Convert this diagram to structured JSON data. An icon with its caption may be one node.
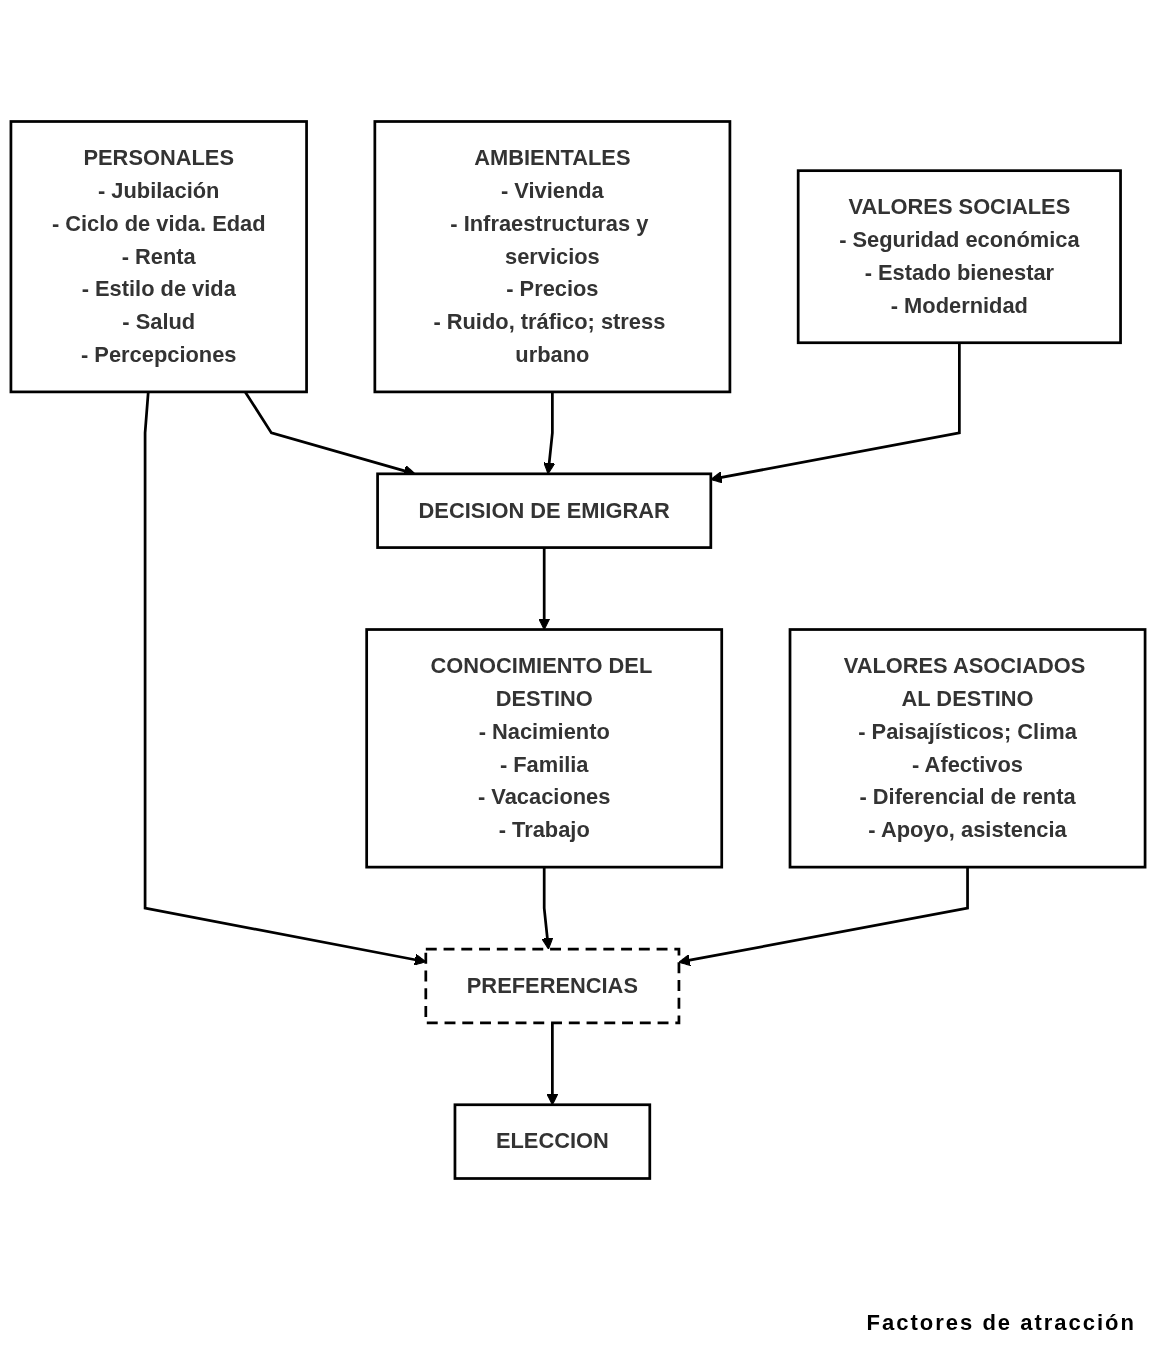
{
  "diagram": {
    "nodes": [
      {
        "text": [
          "PERSONALES",
          "- Jubilación",
          "- Ciclo de vida. Edad",
          "- Renta",
          "- Estilo de vida",
          "- Salud",
          "- Percepciones"
        ]
      },
      {
        "text": [
          "AMBIENTALES",
          "- Vivienda",
          "- Infraestructuras y servicios",
          "- Precios",
          "- Ruido, tráfico; stress urbano"
        ]
      },
      {
        "text": [
          "VALORES SOCIALES",
          "- Seguridad económica",
          "- Estado bienestar",
          "- Modernidad"
        ]
      },
      {
        "text": [
          "DECISION DE EMIGRAR"
        ]
      },
      {
        "text": [
          "CONOCIMIENTO DEL DESTINO",
          "- Nacimiento",
          "- Familia",
          "- Vacaciones",
          "- Trabajo"
        ]
      },
      {
        "text": [
          "VALORES ASOCIADOS AL DESTINO",
          "- Paisajísticos; Clima",
          "- Afectivos",
          "- Diferencial de renta",
          "- Apoyo, asistencia"
        ]
      },
      {
        "text": [
          "PREFERENCIAS"
        ]
      },
      {
        "text": [
          "ELECCION"
        ]
      }
    ],
    "edges": [
      {
        "from": 0,
        "to": 3,
        "arrow": "to"
      },
      {
        "from": 1,
        "to": 3,
        "arrow": "to"
      },
      {
        "from": 2,
        "to": 3,
        "arrow": "to"
      },
      {
        "from": 0,
        "to": 6,
        "arrow": "to"
      },
      {
        "from": 3,
        "to": 4,
        "arrow": "to"
      },
      {
        "from": 4,
        "to": 6,
        "arrow": "to"
      },
      {
        "from": 5,
        "to": 6,
        "arrow": "to"
      },
      {
        "from": 6,
        "to": 7,
        "arrow": "to"
      }
    ],
    "labels": [
      "Factores de atracción"
    ]
  }
}
